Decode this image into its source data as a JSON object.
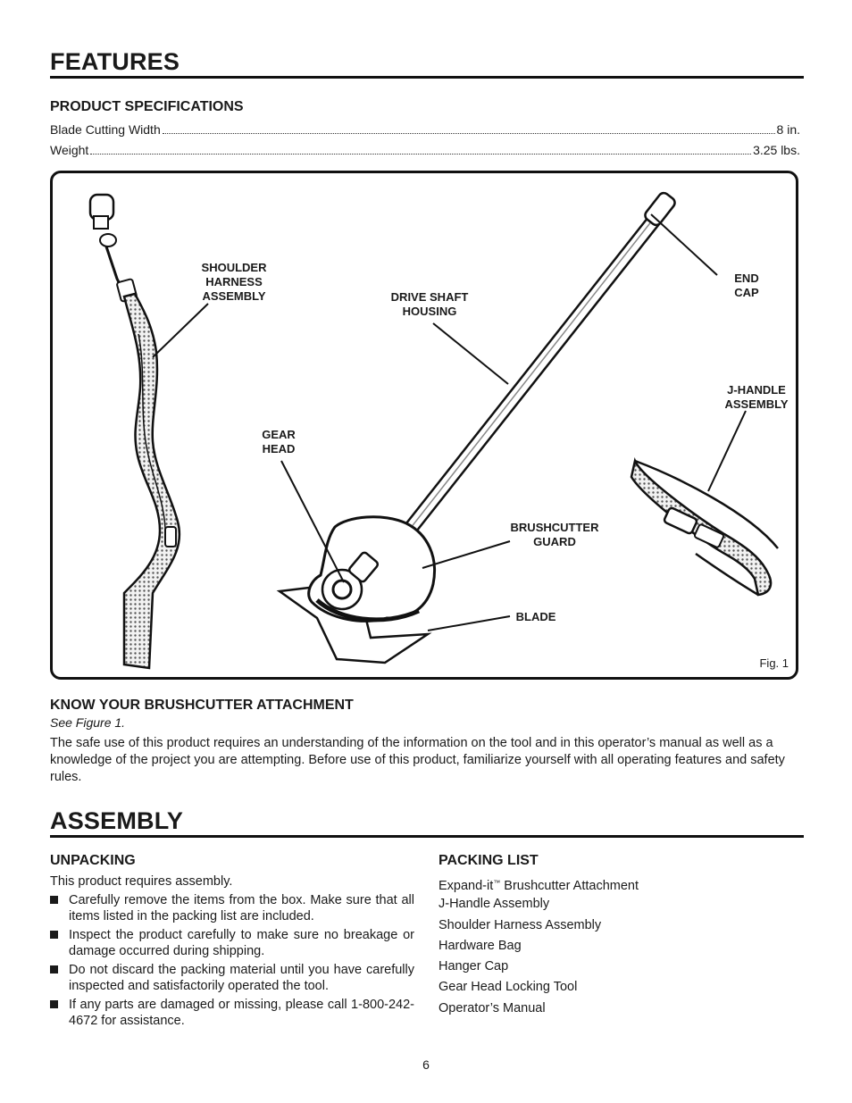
{
  "features": {
    "title": "FEATURES",
    "spec_heading": "PRODUCT SPECIFICATIONS",
    "specs": [
      {
        "label": "Blade Cutting Width",
        "value": "8 in."
      },
      {
        "label": "Weight",
        "value": "3.25 lbs."
      }
    ],
    "figure": {
      "labels": {
        "shoulder_harness": "SHOULDER\nHARNESS\nASSEMBLY",
        "drive_shaft": "DRIVE SHAFT\nHOUSING",
        "end_cap": "END CAP",
        "j_handle": "J-HANDLE\nASSEMBLY",
        "gear_head": "GEAR\nHEAD",
        "brushcutter_guard": "BRUSHCUTTER\nGUARD",
        "blade": "BLADE"
      },
      "caption": "Fig. 1"
    },
    "know_heading": "KNOW YOUR BRUSHCUTTER ATTACHMENT",
    "see_figure": "See Figure 1.",
    "know_text": "The safe use of this product requires an understanding of the information on the tool and in this operator’s manual as well as a knowledge of the project you are attempting. Before use of this product, familiarize yourself with all operating features and safety rules."
  },
  "assembly": {
    "title": "ASSEMBLY",
    "unpacking_heading": "UNPACKING",
    "unpacking_intro": "This product requires assembly.",
    "unpacking_bullets": [
      "Carefully remove the items from the box. Make sure that all items listed in the packing list are included.",
      "Inspect the product carefully to make sure no breakage or damage occurred during shipping.",
      "Do not discard the packing material until you have carefully inspected and satisfactorily operated the tool.",
      "If any parts are damaged or missing, please call 1-800-242-4672 for assistance."
    ],
    "packing_heading": "PACKING LIST",
    "packing_first_prefix": "Expand-it",
    "packing_first_tm": "™",
    "packing_first_suffix": " Brushcutter Attachment",
    "packing_items": [
      "J-Handle Assembly",
      "Shoulder Harness Assembly",
      "Hardware Bag",
      "Hanger Cap",
      "Gear Head Locking Tool",
      "Operator’s Manual"
    ]
  },
  "page_number": "6"
}
